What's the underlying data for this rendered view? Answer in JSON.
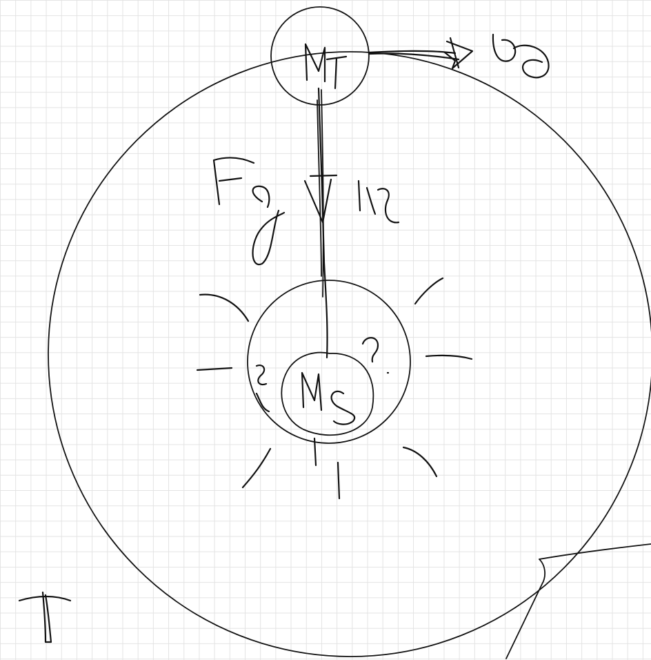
{
  "diagram": {
    "kind": "handwritten physics sketch",
    "ink_color": "#111111",
    "paper": {
      "background": "#ffffff",
      "grid_color": "#e3e3e3"
    },
    "labels": {
      "planet_mass": "MT",
      "sun_mass": "MS",
      "force": "Fg",
      "radius": "r",
      "velocity": "v0",
      "question": "?",
      "period": "T"
    },
    "icons": [
      "sun-rays-icon",
      "velocity-arrow-icon",
      "force-arrow-icon"
    ]
  }
}
